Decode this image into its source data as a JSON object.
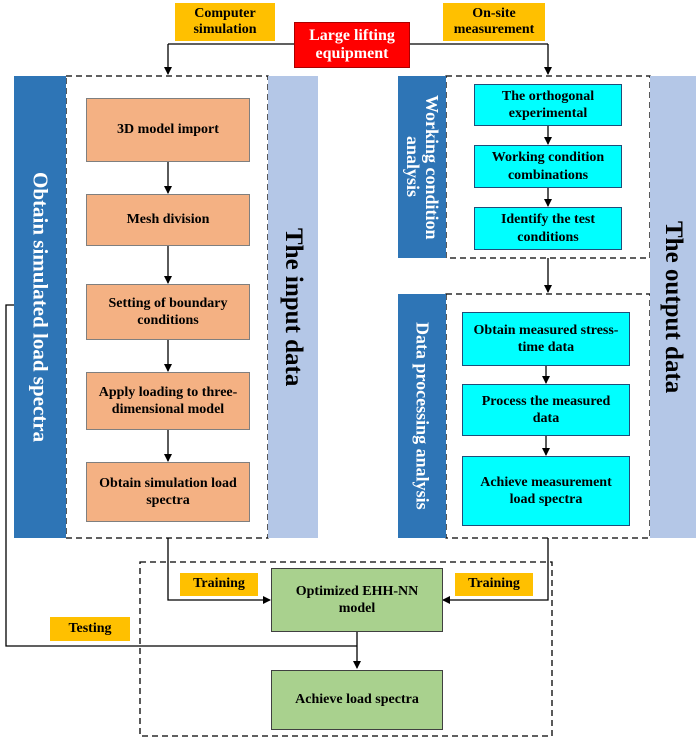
{
  "title": "Large lifting equipment",
  "labels": {
    "computer_simulation": "Computer simulation",
    "on_site_measurement": "On-site measurement",
    "training_left": "Training",
    "training_right": "Training",
    "testing": "Testing"
  },
  "left_band": "Obtain simulated load spectra",
  "input_band": "The input data",
  "output_band": "The output data",
  "working_band": "Working condition analysis",
  "data_band": "Data processing analysis",
  "sim_steps": [
    "3D model import",
    "Mesh division",
    "Setting of boundary conditions",
    "Apply loading to three-dimensional model",
    "Obtain simulation load spectra"
  ],
  "working_steps": [
    "The orthogonal experimental",
    "Working condition combinations",
    "Identify the test conditions"
  ],
  "data_steps": [
    "Obtain measured stress-time data",
    "Process the measured data",
    "Achieve measurement load spectra"
  ],
  "model": "Optimized EHH-NN model",
  "result": "Achieve load spectra",
  "colors": {
    "orange_box": "#f4b183",
    "cyan_box": "#00ffff",
    "green_box": "#a9d18e",
    "blue_band": "#2e75b6",
    "lavender_band": "#b4c7e7",
    "yellow_label": "#ffc000",
    "red_box": "#ff0000"
  }
}
